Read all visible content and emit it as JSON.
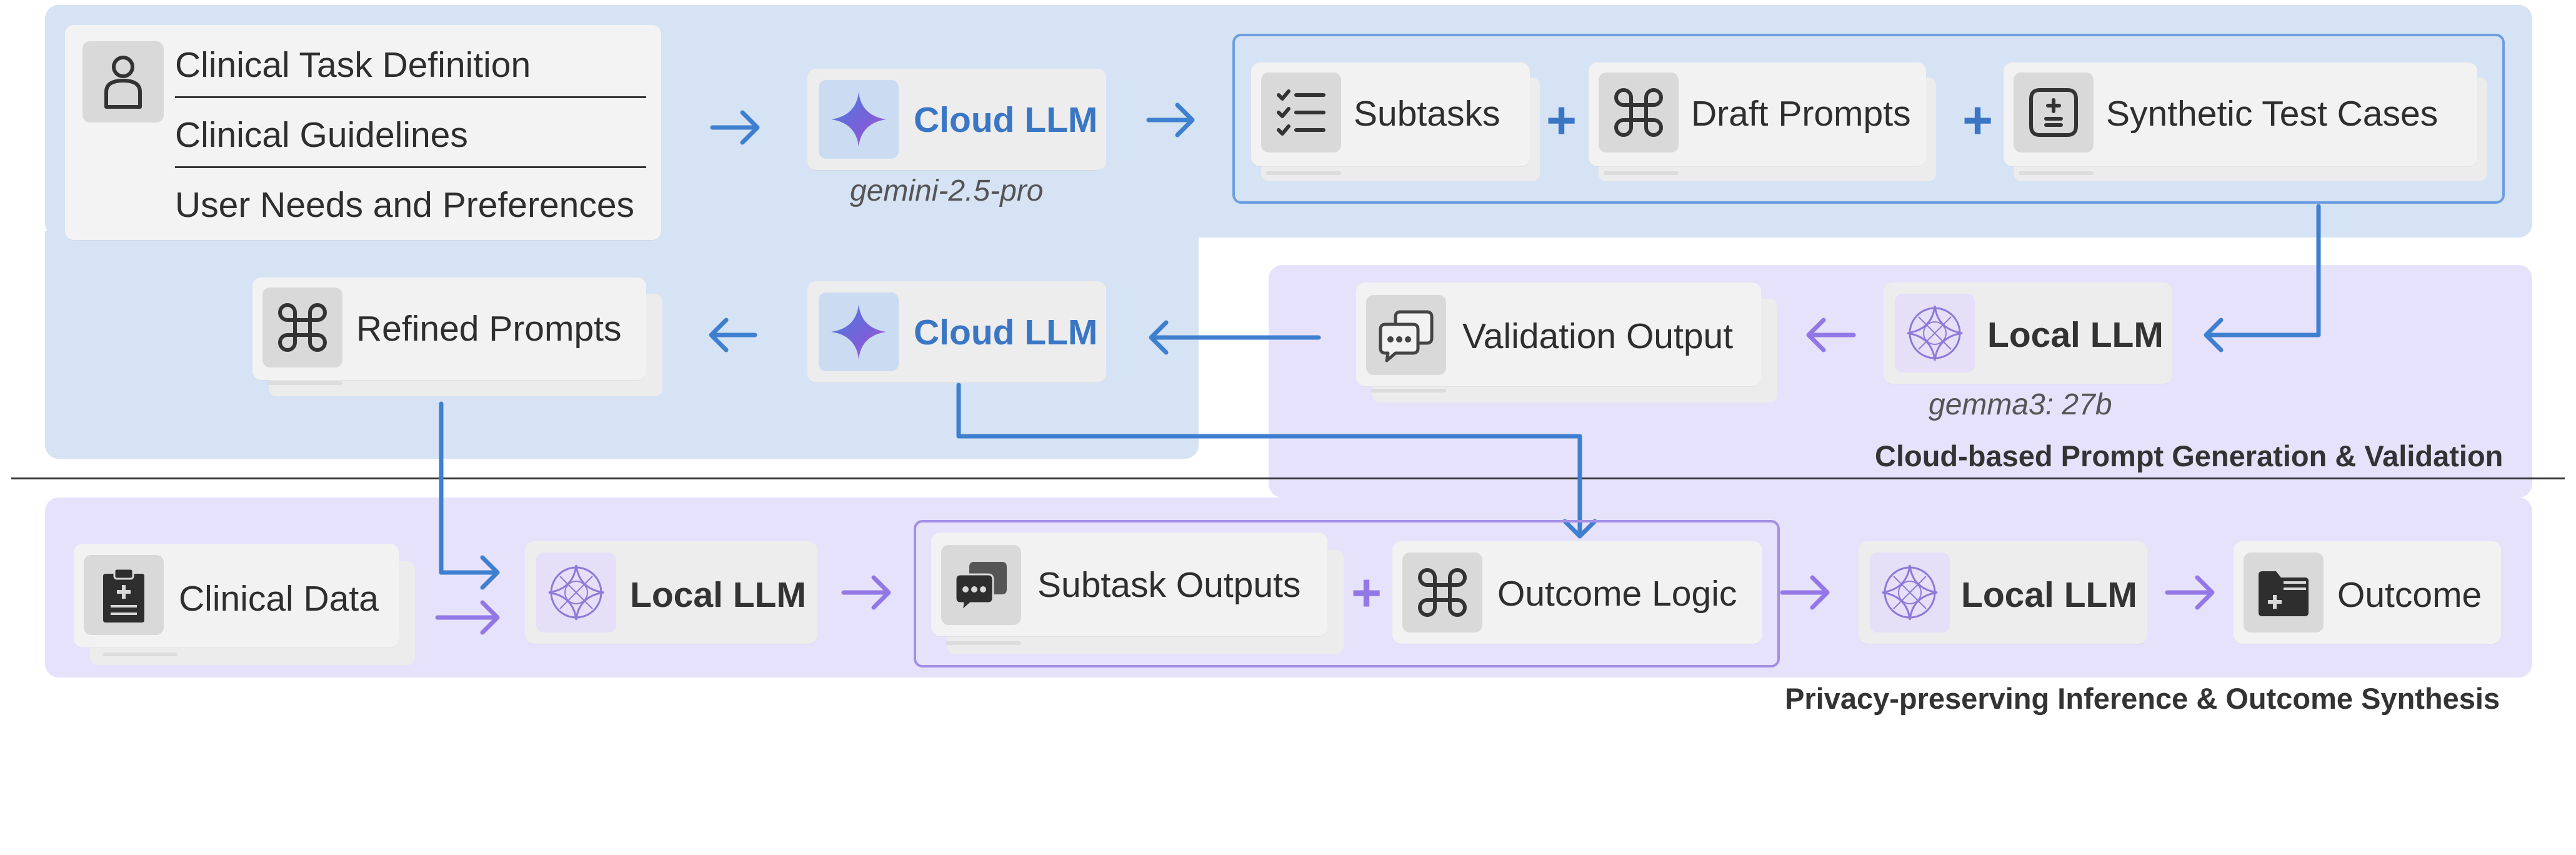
{
  "inputs": {
    "items": [
      "Clinical Task Definition",
      "Clinical Guidelines",
      "User Needs and Preferences"
    ]
  },
  "cloud_llm": {
    "label": "Cloud LLM",
    "model": "gemini-2.5-pro"
  },
  "local_llm": {
    "label": "Local LLM",
    "model": "gemma3: 27b"
  },
  "generation_outputs": {
    "subtasks": "Subtasks",
    "draft_prompts": "Draft Prompts",
    "synthetic_test_cases": "Synthetic Test Cases"
  },
  "validation_output": "Validation Output",
  "refined_prompts": "Refined Prompts",
  "inference": {
    "clinical_data": "Clinical Data",
    "subtask_outputs": "Subtask Outputs",
    "outcome_logic": "Outcome Logic",
    "outcome": "Outcome"
  },
  "captions": {
    "cloud": "Cloud-based  Prompt Generation & Validation",
    "privacy": "Privacy-preserving Inference & Outcome Synthesis"
  },
  "symbols": {
    "plus": "+"
  },
  "colors": {
    "cloud_region": "#d6e3f4",
    "local_region": "#e7e2fb",
    "blue_arrow": "#3e7fd0",
    "purple_arrow": "#9277e6",
    "cloud_llm_text": "#3a76c4"
  }
}
